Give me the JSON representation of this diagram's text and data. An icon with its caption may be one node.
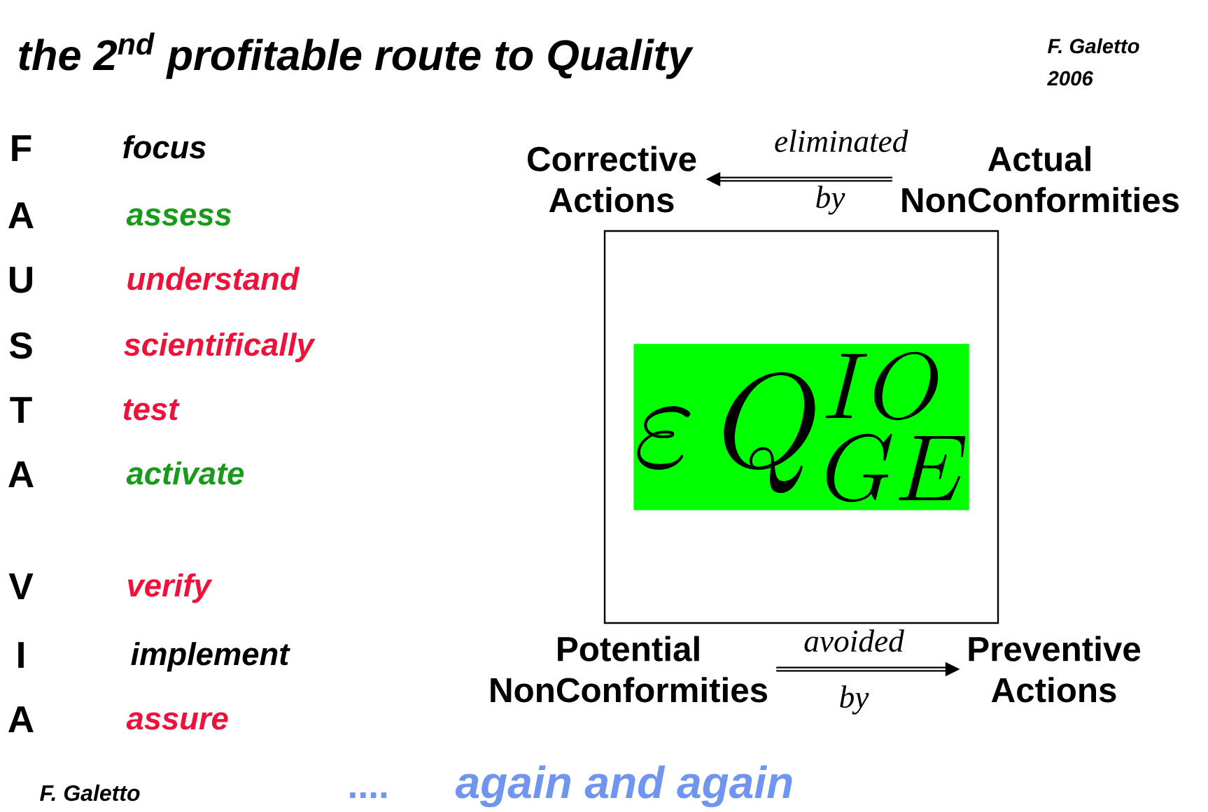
{
  "diagram": {
    "title": "the 2$^{nd}$ profitable route to Quality",
    "nodes": [
      {
        "text": [
          "Corrective Actions"
        ]
      },
      {
        "text": [
          "Actual NonConformities"
        ]
      },
      {
        "text": [],
        "shape": "box"
      },
      {
        "text": [
          "\\varepsilon\\, Q^{IO}_{GE}"
        ],
        "in": 2
      },
      {
        "text": [
          "Potential NonConformities"
        ]
      },
      {
        "text": [
          "Preventive Actions"
        ]
      }
    ],
    "edges": [
      {
        "from": 1,
        "to": 0,
        "arrow": "to",
        "label": "eliminated by"
      },
      {
        "from": 4,
        "to": 5,
        "arrow": "to",
        "label": "avoided by"
      }
    ],
    "labels": [
      "F. Galetto",
      "2006",
      "F",
      "focus",
      "A",
      "assess",
      "U",
      "understand",
      "S",
      "scientifically",
      "T",
      "test",
      "A",
      "activate",
      "V",
      "verify",
      "I",
      "implement",
      "A",
      "assure",
      "F. Galetto",
      "....",
      "again and again"
    ]
  }
}
